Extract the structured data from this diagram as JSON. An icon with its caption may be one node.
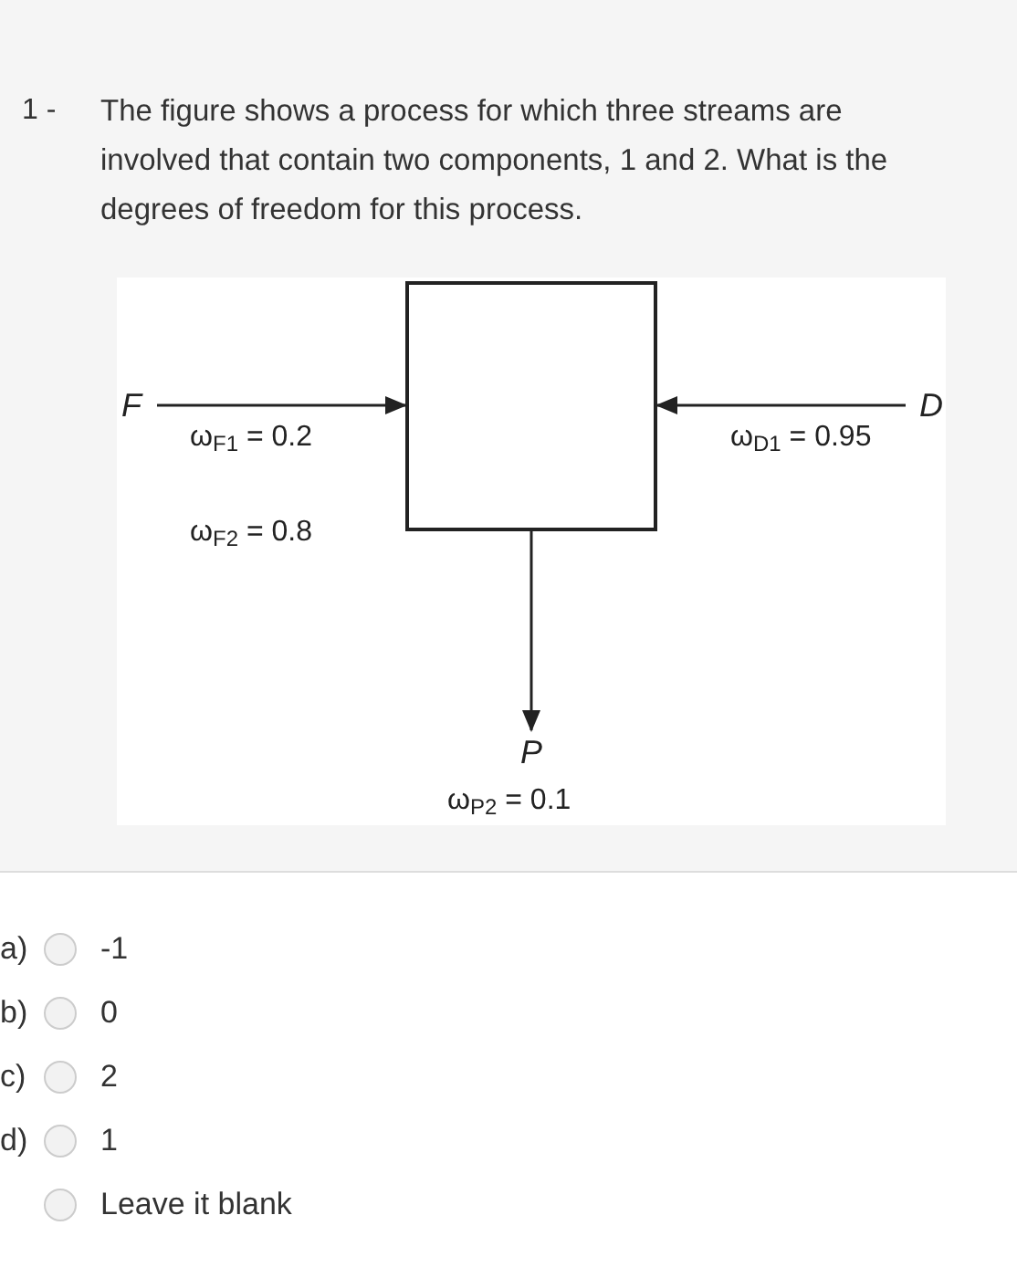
{
  "diagram": {
    "nodes": [
      {
        "text": [],
        "shape": "box"
      },
      {
        "text": [
          "F"
        ]
      },
      {
        "text": [
          "D"
        ]
      },
      {
        "text": [
          "P"
        ]
      }
    ],
    "edges": [
      {
        "from": 1,
        "to": 0,
        "arrow": "to"
      },
      {
        "from": 2,
        "to": 0,
        "arrow": "to"
      },
      {
        "from": 0,
        "to": 3,
        "arrow": "to"
      }
    ],
    "labels": [
      "1 -",
      "The figure shows a process for which three streams are involved that contain two components, 1 and 2. What is the degrees of freedom for this process.",
      "ω$_{F1}$ = 0.2",
      "ω$_{D1}$ = 0.95",
      "ω$_{F2}$ = 0.8",
      "ω$_{P2}$ = 0.1",
      "a)",
      "-1",
      "b)",
      "0",
      "c)",
      "2",
      "d)",
      "1",
      "Leave it blank"
    ]
  }
}
